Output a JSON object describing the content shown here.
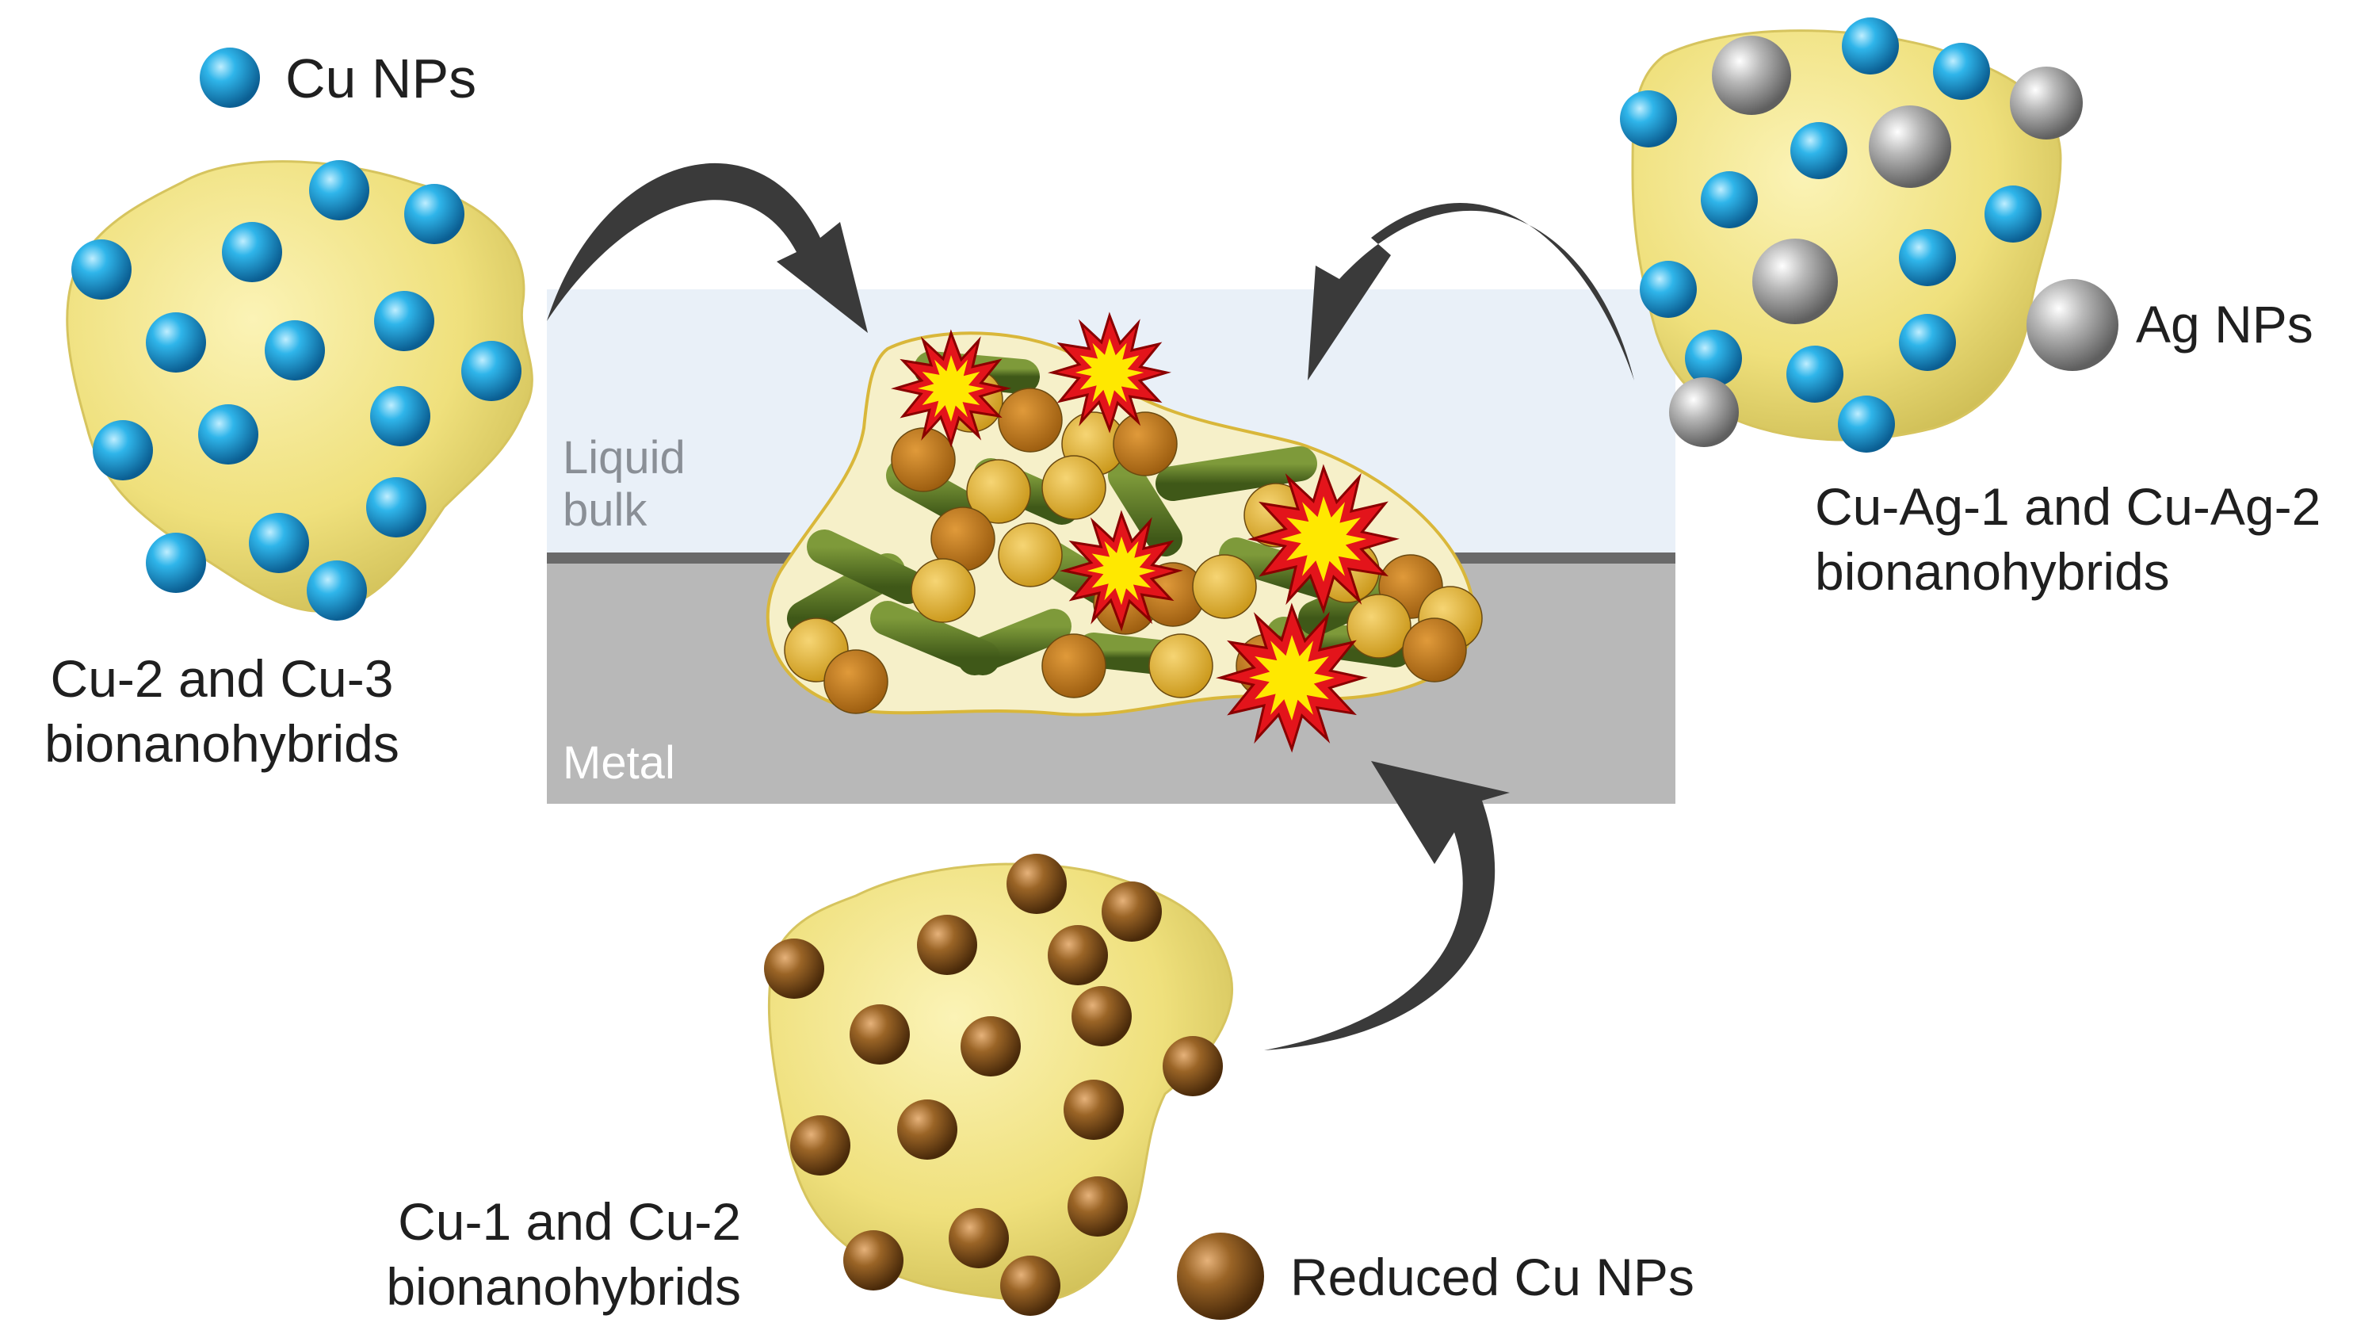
{
  "legend": {
    "cu_nps": "Cu NPs",
    "ag_nps": "Ag NPs",
    "reduced_cu_nps": "Reduced Cu NPs"
  },
  "hybrids": {
    "left_label_line1": "Cu-2 and Cu-3",
    "left_label_line2": "bionanohybrids",
    "right_label_line1": "Cu-Ag-1 and Cu-Ag-2",
    "right_label_line2": "bionanohybrids",
    "bottom_label_line1": "Cu-1 and Cu-2",
    "bottom_label_line2": "bionanohybrids"
  },
  "zones": {
    "liquid_line1": "Liquid",
    "liquid_line2": "bulk",
    "metal": "Metal"
  },
  "colors": {
    "cu_np": "#1aa3dd",
    "ag_np": "#a9a9a9",
    "reduced_cu_np": "#8a5a1e",
    "enzyme": "#f0e48a",
    "liquid": "#e9f0f8",
    "metal": "#b8b8b8",
    "arrow": "#3a3a3a"
  }
}
